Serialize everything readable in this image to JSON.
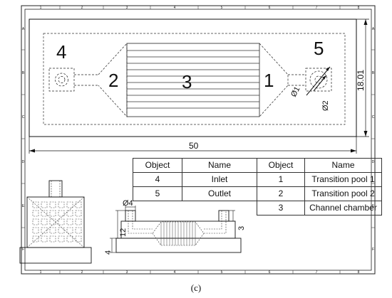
{
  "frame": {
    "col_numbers": [
      "1",
      "2",
      "3",
      "4",
      "5",
      "6",
      "7",
      "8"
    ],
    "row_letters": [
      "A",
      "B",
      "C",
      "D",
      "E",
      "F"
    ]
  },
  "top_view": {
    "region_labels": {
      "inlet": "4",
      "transition_left": "2",
      "channel": "3",
      "transition_right": "1",
      "outlet": "5"
    },
    "dim_width": "50",
    "dim_height": "18.01",
    "dim_hole_inner": "Ø1",
    "dim_hole_outer": "Ø2"
  },
  "table": {
    "header": {
      "object": "Object",
      "name": "Name"
    },
    "left_rows": [
      {
        "object": "4",
        "name": "Inlet"
      },
      {
        "object": "5",
        "name": "Outlet"
      }
    ],
    "right_rows": [
      {
        "object": "1",
        "name": "Transition pool 1"
      },
      {
        "object": "2",
        "name": "Transition pool 2"
      },
      {
        "object": "3",
        "name": "Channel chamber"
      }
    ]
  },
  "side_view": {
    "dim_port_diameter": "Ø4",
    "dim_port_height": "12",
    "dim_base_height": "4",
    "dim_port_right": "3"
  },
  "caption": "(c)"
}
